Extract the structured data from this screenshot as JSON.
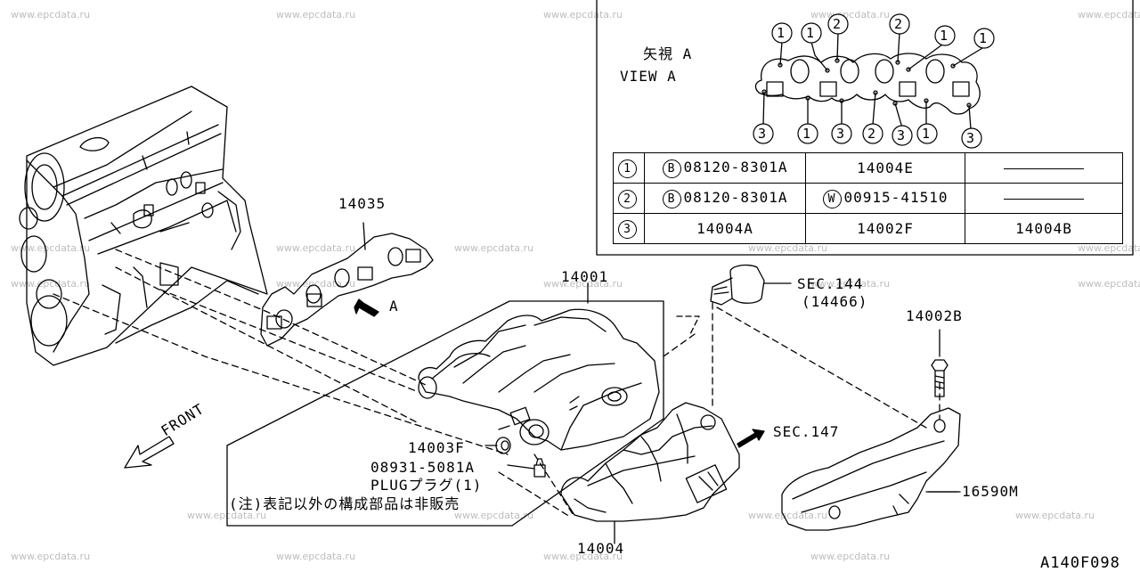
{
  "watermark": "www.epcdata.ru",
  "view": {
    "jp": "矢視 A",
    "en": "VIEW A"
  },
  "view_callouts": [
    "1",
    "1",
    "2",
    "2",
    "1",
    "1",
    "3",
    "1",
    "3",
    "2",
    "3",
    "1",
    "3"
  ],
  "key_table": [
    {
      "ref": "1",
      "c1_badge": "B",
      "c1": "08120-8301A",
      "c2_badge": "",
      "c2": "14004E",
      "c3": ""
    },
    {
      "ref": "2",
      "c1_badge": "B",
      "c1": "08120-8301A",
      "c2_badge": "W",
      "c2": "00915-41510",
      "c3": ""
    },
    {
      "ref": "3",
      "c1_badge": "",
      "c1": "14004A",
      "c2_badge": "",
      "c2": "14002F",
      "c3": "14004B"
    }
  ],
  "labels": {
    "p14035": "14035",
    "arrow_a": "A",
    "p14001": "14001",
    "sec144": "SEC.144",
    "sec144_sub": "(14466)",
    "p14002b": "14002B",
    "sec147": "SEC.147",
    "front": "FRONT",
    "p14003f": "14003F",
    "p08931": "08931-5081A",
    "plug": "PLUGプラグ(1)",
    "note": "(注)表記以外の構成部品は非販売",
    "p16590m": "16590M",
    "p14004": "14004",
    "fig_code": "A140F098"
  }
}
